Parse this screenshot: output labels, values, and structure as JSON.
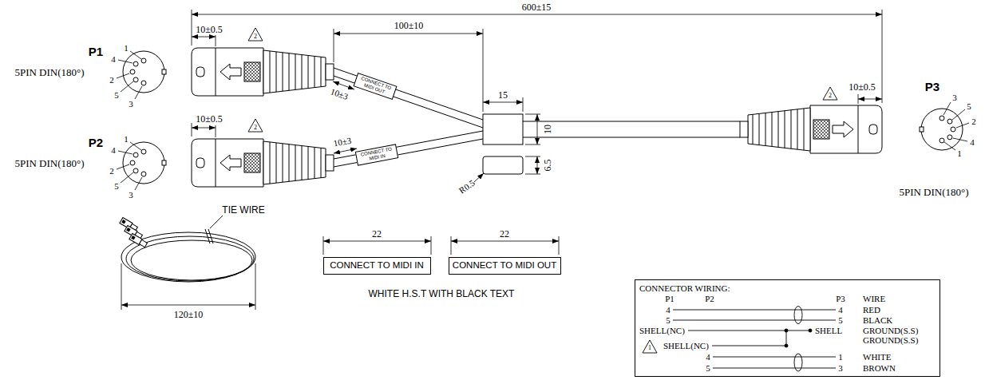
{
  "diagram": {
    "nodes": [
      {
        "text": [
          "CONNECT TO MIDI OUT"
        ]
      },
      {
        "text": [
          "CONNECT TO MIDI IN"
        ]
      },
      {
        "text": [
          "CONNECT TO MIDI IN"
        ]
      },
      {
        "text": [
          "CONNECT TO MIDI OUT"
        ]
      },
      {
        "text": [
          "CONNECTOR WIRING:",
          "P1",
          "P2",
          "P3",
          "WIRE",
          "4",
          "4",
          "RED",
          "5",
          "5",
          "BLACK",
          "SHELL(NC)",
          "SHELL",
          "GROUND(S.S)",
          "GROUND(S.S)",
          "1",
          "SHELL(NC)",
          "4",
          "1",
          "WHITE",
          "5",
          "3",
          "BROWN"
        ]
      }
    ],
    "labels": [
      "600±15",
      "10±0.5",
      "2",
      "100±10",
      "10±3",
      "P1",
      "5PIN DIN(180°)",
      "1",
      "4",
      "2",
      "5",
      "3",
      "10±0.5",
      "2",
      "10±3",
      "P2",
      "5PIN DIN(180°)",
      "1",
      "4",
      "2",
      "5",
      "3",
      "15",
      "10",
      "6.5",
      "R0.5",
      "2",
      "10±0.5",
      "P3",
      "3",
      "5",
      "2",
      "4",
      "1",
      "5PIN DIN(180°)",
      "TIE WIRE",
      "120±10",
      "22",
      "22",
      "WHITE H.S.T WITH BLACK TEXT"
    ]
  }
}
